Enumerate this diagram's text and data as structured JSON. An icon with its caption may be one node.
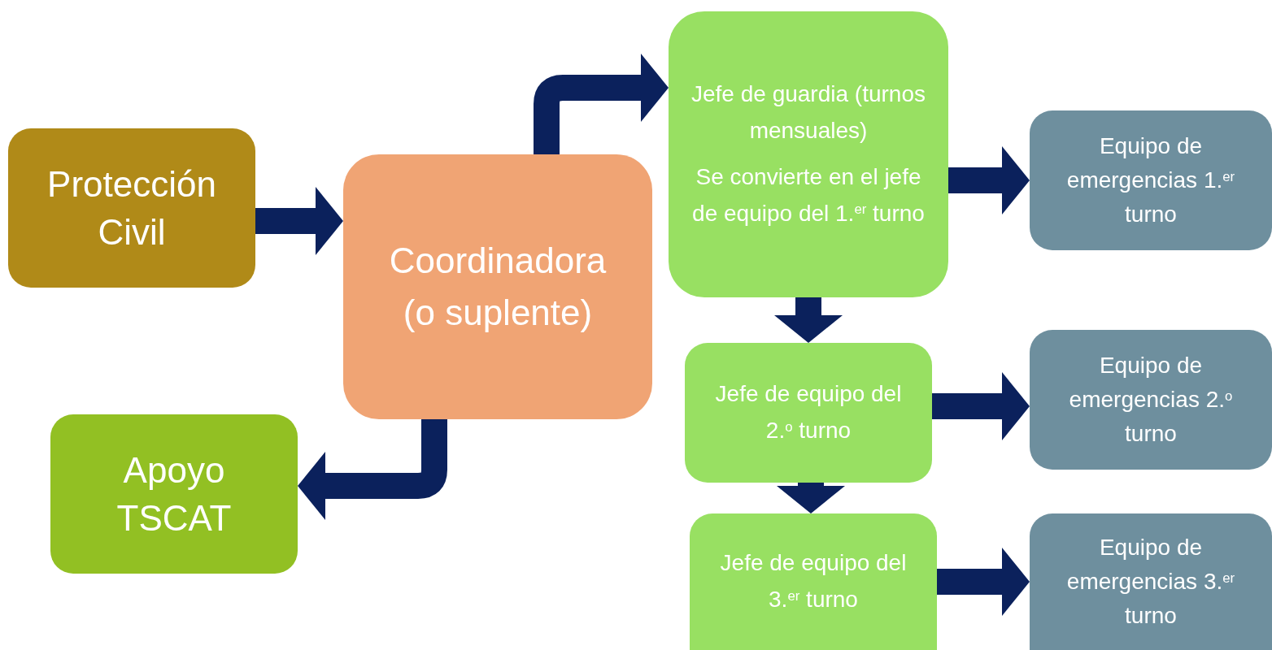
{
  "diagram": {
    "nodes": [
      {
        "text": [
          "Protección Civil"
        ]
      },
      {
        "text": [
          "Coordinadora (o suplente)"
        ]
      },
      {
        "text": [
          "Apoyo TSCAT"
        ]
      },
      {
        "text": [
          "Jefe de guardia (turnos mensuales)",
          "Se convierte en el jefe de equipo del 1.$^{er}$ turno"
        ]
      },
      {
        "text": [
          "Equipo de emergencias 1.$^{er}$ turno"
        ]
      },
      {
        "text": [
          "Jefe de equipo del 2.$^{o}$ turno"
        ]
      },
      {
        "text": [
          "Equipo de emergencias 2.$^{o}$ turno"
        ]
      },
      {
        "text": [
          "Jefe de equipo del 3.$^{er}$ turno"
        ]
      },
      {
        "text": [
          "Equipo de emergencias 3.$^{er}$ turno"
        ]
      }
    ],
    "edges": [
      {
        "from": 0,
        "to": 1,
        "arrow": "to"
      },
      {
        "from": 1,
        "to": 3,
        "arrow": "to"
      },
      {
        "from": 1,
        "to": 2,
        "arrow": "to"
      },
      {
        "from": 3,
        "to": 4,
        "arrow": "to"
      },
      {
        "from": 3,
        "to": 5,
        "arrow": "to"
      },
      {
        "from": 5,
        "to": 6,
        "arrow": "to"
      },
      {
        "from": 5,
        "to": 7,
        "arrow": "to"
      },
      {
        "from": 7,
        "to": 8,
        "arrow": "to"
      }
    ]
  }
}
